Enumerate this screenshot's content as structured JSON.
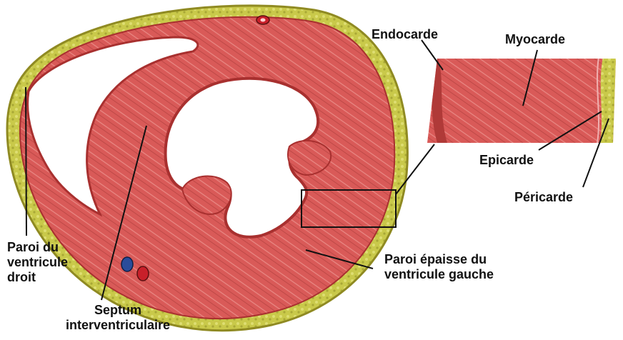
{
  "colors": {
    "fat": "#c9c94a",
    "fat_dark": "#8f8a22",
    "muscle": "#d95a58",
    "muscle_dark": "#a8302f",
    "cavity": "#ffffff",
    "artery": "#c8202a",
    "vein": "#2a4c9a",
    "line": "#111111"
  },
  "labels": {
    "endocarde": "Endocarde",
    "myocarde": "Myocarde",
    "epicarde": "Epicarde",
    "pericarde": "Péricarde",
    "paroi_droit": "Paroi du\nventricule\ndroit",
    "septum": "Septum\ninterventriculaire",
    "paroi_gauche": "Paroi épaisse du\nventricule gauche"
  }
}
